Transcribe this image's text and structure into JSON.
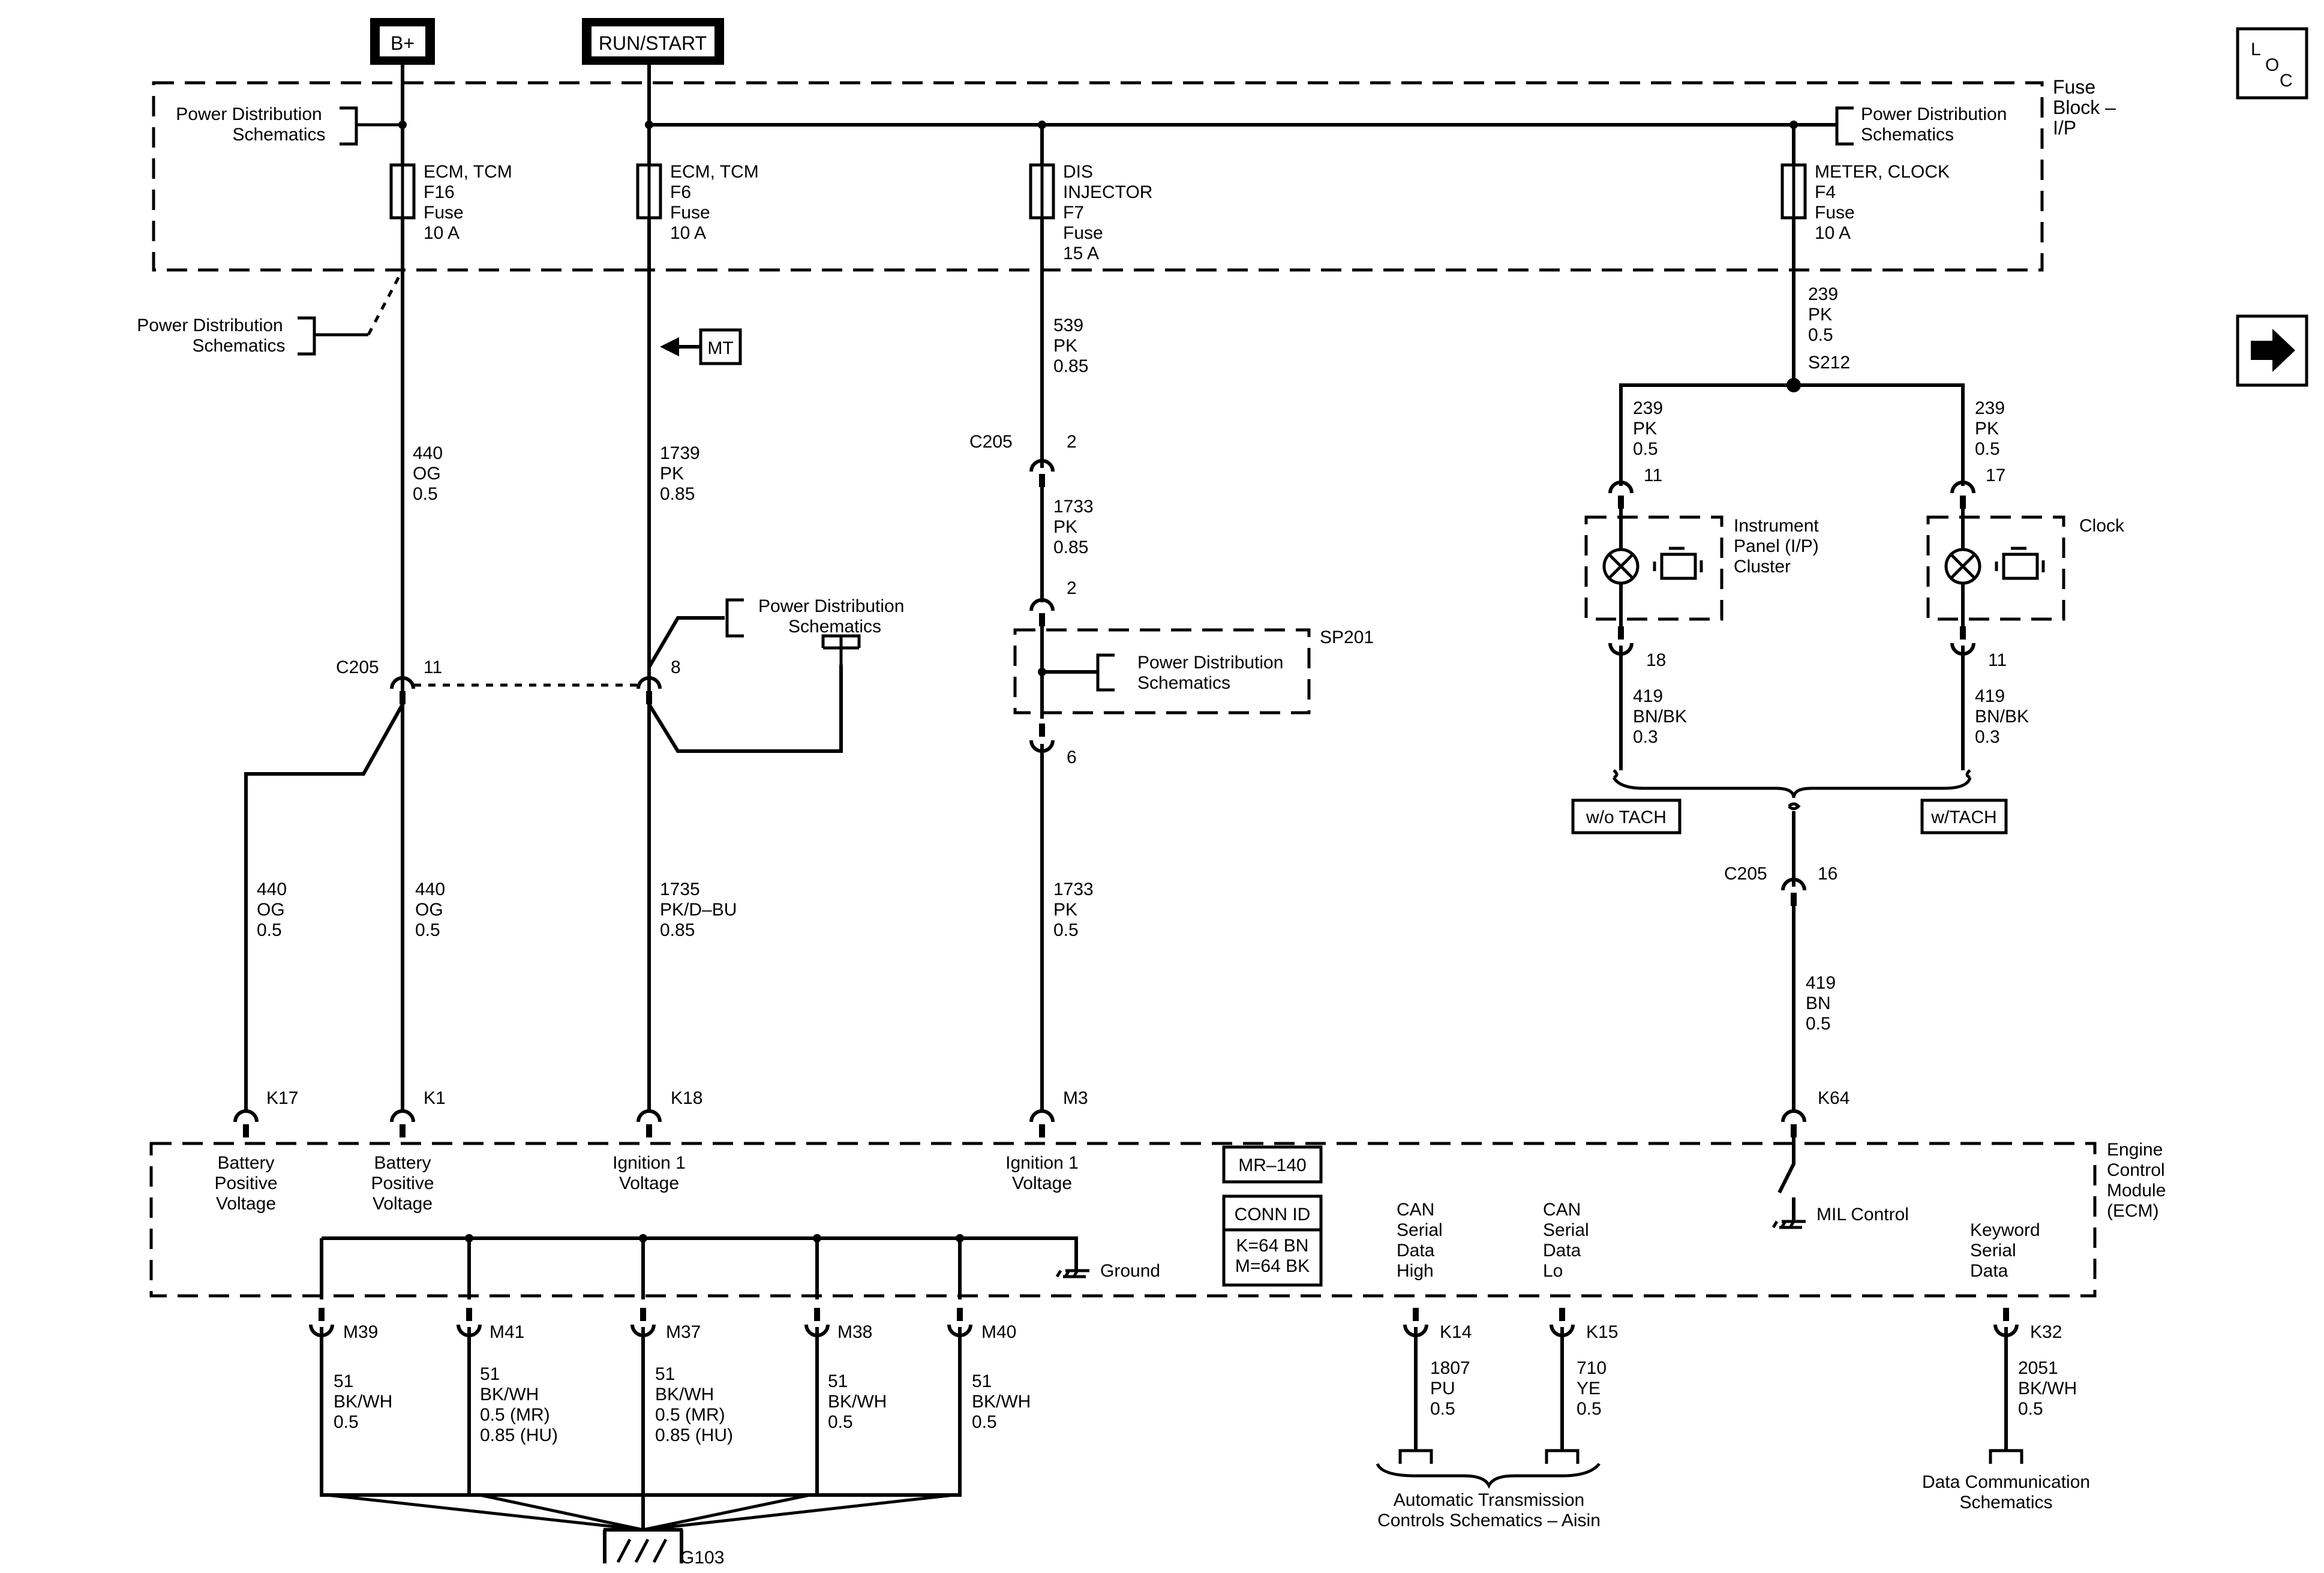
{
  "power": {
    "bplus": "B+",
    "runstart": "RUN/START"
  },
  "nav": {
    "loc_l": "L",
    "loc_o": "O",
    "loc_c": "C",
    "next_arrow": "→"
  },
  "fuse_block": {
    "l1": "Fuse",
    "l2": "Block –",
    "l3": "I/P"
  },
  "pds": {
    "a": "Power Distribution",
    "b": "Schematics"
  },
  "fuses": {
    "f16": [
      "ECM, TCM",
      "F16",
      "Fuse",
      "10 A"
    ],
    "f6": [
      "ECM, TCM",
      "F6",
      "Fuse",
      "10 A"
    ],
    "f7": [
      "DIS",
      "INJECTOR",
      "F7",
      "Fuse",
      "15 A"
    ],
    "f4": [
      "METER, CLOCK",
      "F4",
      "Fuse",
      "10 A"
    ]
  },
  "wires": {
    "w440": [
      "440",
      "OG",
      "0.5"
    ],
    "w1739": [
      "1739",
      "PK",
      "0.85"
    ],
    "w539": [
      "539",
      "PK",
      "0.85"
    ],
    "w1733a": [
      "1733",
      "PK",
      "0.85"
    ],
    "w239": [
      "239",
      "PK",
      "0.5"
    ],
    "w1735": [
      "1735",
      "PK/D–BU",
      "0.85"
    ],
    "w1733b": [
      "1733",
      "PK",
      "0.5"
    ],
    "w419bk": [
      "419",
      "BN/BK",
      "0.3"
    ],
    "w419bn": [
      "419",
      "BN",
      "0.5"
    ],
    "w51": [
      "51",
      "BK/WH",
      "0.5"
    ],
    "w51mr": [
      "51",
      "BK/WH",
      "0.5 (MR)",
      "0.85 (HU)"
    ],
    "w1807": [
      "1807",
      "PU",
      "0.5"
    ],
    "w710": [
      "710",
      "YE",
      "0.5"
    ],
    "w2051": [
      "2051",
      "BK/WH",
      "0.5"
    ]
  },
  "connectors": {
    "c205": "C205",
    "sp201": "SP201",
    "s212": "S212",
    "g103": "G103",
    "p11": "11",
    "p8": "8",
    "p2": "2",
    "p6": "6",
    "p16": "16",
    "p17": "17",
    "p18": "18",
    "k17": "K17",
    "k1": "K1",
    "k18": "K18",
    "m3": "M3",
    "k64": "K64",
    "m39": "M39",
    "m41": "M41",
    "m37": "M37",
    "m38": "M38",
    "m40": "M40",
    "k14": "K14",
    "k15": "K15",
    "k32": "K32"
  },
  "mt": "MT",
  "tach": {
    "wo": "w/o TACH",
    "w": "w/TACH"
  },
  "cluster": {
    "ipc": [
      "Instrument",
      "Panel (I/P)",
      "Cluster"
    ],
    "clock": "Clock"
  },
  "ecm": {
    "title": [
      "Engine",
      "Control",
      "Module",
      "(ECM)"
    ],
    "batt": [
      "Battery",
      "Positive",
      "Voltage"
    ],
    "ign": [
      "Ignition 1",
      "Voltage"
    ],
    "mr140": "MR–140",
    "connid": "CONN ID",
    "connid_vals": [
      "K=64 BN",
      "M=64 BK"
    ],
    "can_high": [
      "CAN",
      "Serial",
      "Data",
      "High"
    ],
    "can_lo": [
      "CAN",
      "Serial",
      "Data",
      "Lo"
    ],
    "mil": "MIL Control",
    "keyword": [
      "Keyword",
      "Serial",
      "Data"
    ],
    "ground": "Ground"
  },
  "refs": {
    "atcs": [
      "Automatic Transmission",
      "Controls Schematics – Aisin"
    ],
    "dcs": [
      "Data Communication",
      "Schematics"
    ]
  }
}
